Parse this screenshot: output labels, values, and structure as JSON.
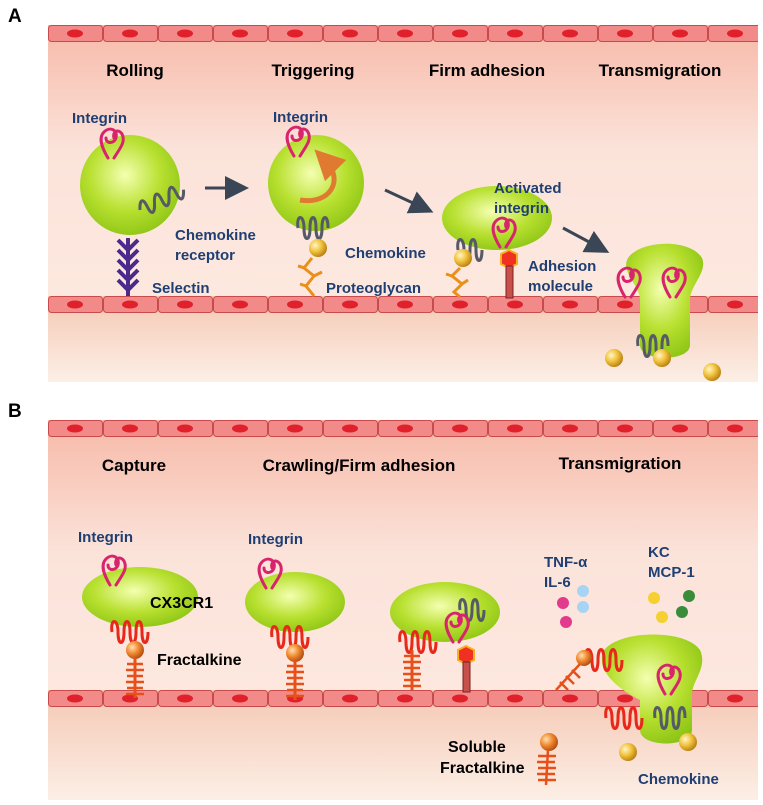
{
  "panel_a": {
    "letter": "A",
    "stages": [
      "Rolling",
      "Triggering",
      "Firm adhesion",
      "Transmigration"
    ],
    "labels": {
      "integrin_1": "Integrin",
      "integrin_2": "Integrin",
      "chemokine_receptor_line1": "Chemokine",
      "chemokine_receptor_line2": "receptor",
      "selectin": "Selectin",
      "chemokine": "Chemokine",
      "proteoglycan": "Proteoglycan",
      "activated_integrin_line1": "Activated",
      "activated_integrin_line2": "integrin",
      "adhesion_molecule_line1": "Adhesion",
      "adhesion_molecule_line2": "molecule"
    }
  },
  "panel_b": {
    "letter": "B",
    "stages": [
      "Capture",
      "Crawling/Firm adhesion",
      "Transmigration"
    ],
    "labels": {
      "integrin_1": "Integrin",
      "integrin_2": "Integrin",
      "cx3cr1": "CX3CR1",
      "fractalkine": "Fractalkine",
      "tnf": "TNF-α",
      "il6": "IL-6",
      "kc": "KC",
      "mcp1": "MCP-1",
      "soluble_fractalkine_line1": "Soluble",
      "soluble_fractalkine_line2": "Fractalkine",
      "chemokine": "Chemokine"
    }
  },
  "colors": {
    "endothelium": "#f08080",
    "background_pink": "#f8c8b8",
    "cell_green": "#a8d824",
    "label_blue": "#1f3f73",
    "integrin_magenta": "#d8246c",
    "fractalkine_red": "#e83a10",
    "receptor_gray": "#555a66"
  }
}
